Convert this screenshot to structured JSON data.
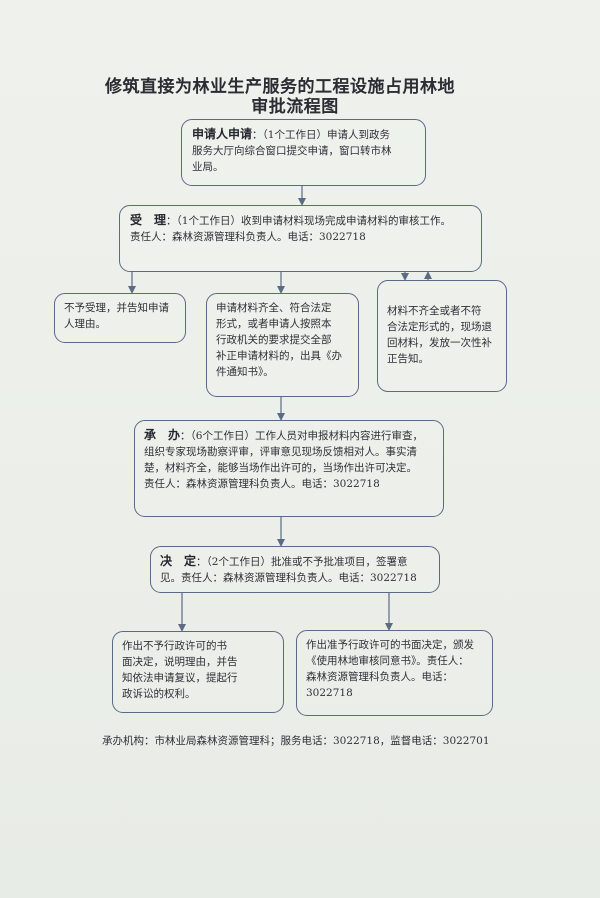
{
  "title": {
    "line1": "修筑直接为林业生产服务的工程设施占用林地",
    "line2": "审批流程图"
  },
  "steps": {
    "apply": {
      "label": "申请人申请",
      "text1": "：（1个工作日）申请人到政务",
      "text2": "服务大厅向综合窗口提交申请，窗口转市林",
      "text3": "业局。"
    },
    "accept": {
      "label": "受　理",
      "text1": "：（1个工作日）收到申请材料现场完成申请材料的审核工作。",
      "text2": "责任人：森林资源管理科负责人。电话：3022718"
    },
    "reject": {
      "lines": [
        "不予受理，并告知申请",
        "人理由。"
      ]
    },
    "complete": {
      "lines": [
        "申请材料齐全、符合法定",
        "形式，或者申请人按照本",
        "行政机关的要求提交全部",
        "补正申请材料的，出具《办",
        "件通知书》。"
      ]
    },
    "incomplete": {
      "lines": [
        "材料不齐全或者不符",
        "合法定形式的，现场退",
        "回材料，发放一次性补",
        "正告知。"
      ]
    },
    "handle": {
      "label": "承　办",
      "text1": "：（6个工作日）工作人员对申报材料内容进行审查，",
      "text2": "组织专家现场勘察评审，评审意见现场反馈相对人。事实清",
      "text3": "楚，材料齐全，能够当场作出许可的，当场作出许可决定。",
      "text4": "责任人：森林资源管理科负责人。电话：3022718"
    },
    "decide": {
      "label": "决　定",
      "text1": "：（2个工作日）批准或不予批准项目，签署意",
      "text2": "见。责任人：森林资源管理科负责人。电话：3022718"
    },
    "deny": {
      "lines": [
        "作出不予行政许可的书",
        "面决定，说明理由，并告",
        "知依法申请复议，提起行",
        "政诉讼的权利。"
      ]
    },
    "grant": {
      "lines": [
        "作出准予行政许可的书面决定，颁发",
        "《使用林地审核同意书》。责任人：",
        "森林资源管理科负责人。电话：",
        "3022718"
      ]
    }
  },
  "footer": {
    "text": "承办机构：市林业局森林资源管理科；服务电话：3022718，监督电话：3022701"
  },
  "colors": {
    "border": "#5a6b86",
    "connector": "#5b6b82",
    "text": "#2d3038",
    "background": "#eef1ec"
  }
}
